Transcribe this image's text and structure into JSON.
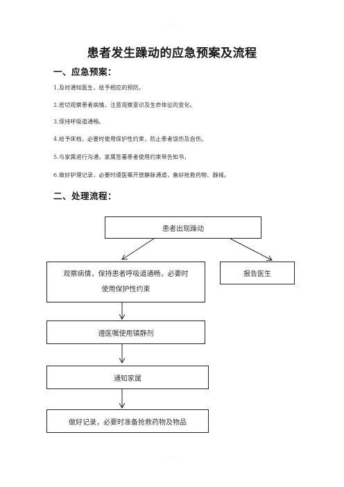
{
  "header_mark": "· · · · · ·",
  "title": "患者发生躁动的应急预案及流程",
  "section1": {
    "heading": "一、应急预案：",
    "items": [
      "1.及时通知医生，给予相应的预防。",
      "2.密切观察患者病情，注意观察意识及生命体征的变化。",
      "3.保持呼吸道通畅。",
      "4.给予床档，必要时使用保护性约束，防止患者误伤及自伤。",
      "5.与家属进行沟通，家属签署患者使用约束带告知书，",
      "6.做好护理记录，必要时遵医嘱开放静脉通道，备好抢救药物、器械。"
    ]
  },
  "section2": {
    "heading": "二、处理流程："
  },
  "flow": {
    "start": "患者出现躁动",
    "observe_line1": "观察病情，保持患者呼吸道通畅，必要时",
    "observe_line2": "使用保护性约束",
    "report": "报告医生",
    "sedative": "遵医嘱使用镇静剂",
    "notify": "通知家属",
    "record": "做好记录，必要时准备抢救药物及物品"
  },
  "footer_mark": "· · · · ·"
}
